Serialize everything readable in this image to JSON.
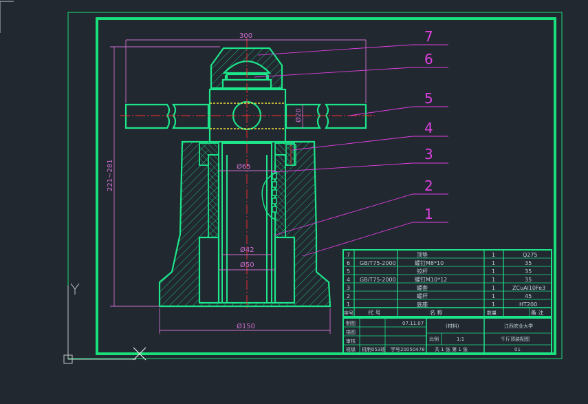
{
  "colors": {
    "background": "#212830",
    "frame": "#19e07a",
    "outline": "#1de58a",
    "leader": "#e040e0",
    "centerline": "#ff3030",
    "thread": "#f0e040",
    "dimension": "#d070d0",
    "table_text": "#c0d0d8"
  },
  "dimensions": {
    "width_top": "300",
    "height": "221~281",
    "dia_20": "Ø20",
    "dia_65": "Ø65",
    "dia_42": "Ø42",
    "dia_50": "Ø50",
    "dia_150": "Ø150"
  },
  "balloons": [
    "7",
    "6",
    "5",
    "4",
    "3",
    "2",
    "1"
  ],
  "parts_list": {
    "rows": [
      {
        "no": "7",
        "code": "",
        "name": "顶垫",
        "qty": "1",
        "material": "Q275"
      },
      {
        "no": "6",
        "code": "GB/T75-2000",
        "name": "螺钉M8*10",
        "qty": "1",
        "material": "35"
      },
      {
        "no": "5",
        "code": "",
        "name": "铰杆",
        "qty": "1",
        "material": "35"
      },
      {
        "no": "4",
        "code": "GB/T75-2000",
        "name": "螺钉M10*12",
        "qty": "1",
        "material": "35"
      },
      {
        "no": "3",
        "code": "",
        "name": "螺套",
        "qty": "1",
        "material": "ZCuAl10Fe3"
      },
      {
        "no": "2",
        "code": "",
        "name": "螺杆",
        "qty": "1",
        "material": "45"
      },
      {
        "no": "1",
        "code": "",
        "name": "底座",
        "qty": "1",
        "material": "HT200"
      }
    ],
    "header": {
      "no": "序号",
      "code": "代  号",
      "name": "名    称",
      "qty": "数量",
      "remark": "备  注"
    }
  },
  "title_block": {
    "roles": [
      "制图",
      "描图",
      "审核",
      "班级"
    ],
    "date": "07.11.07",
    "material_label": "(材料)",
    "school": "江西农业大学",
    "ratio_label": "比例",
    "ratio": "1:1",
    "drawing_name": "千斤顶装配图",
    "class_name": "机制053班",
    "student_id": "学号20050478",
    "sheets": "共 1 张   第 1 张",
    "drawing_no": "01"
  }
}
